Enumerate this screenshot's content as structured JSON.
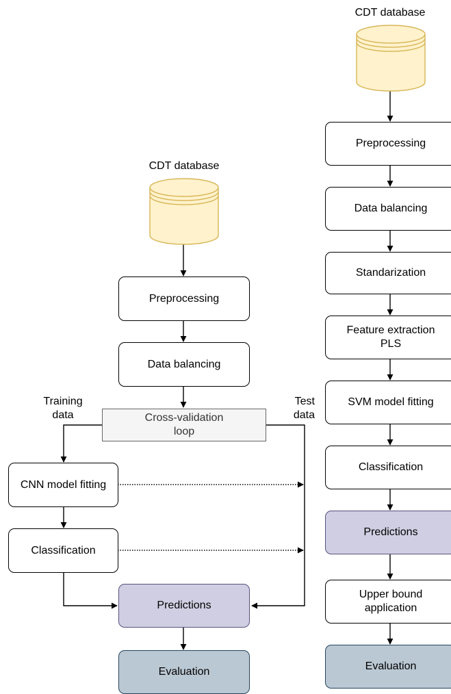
{
  "left_flow": {
    "db_label": "CDT database",
    "preprocessing": "Preprocessing",
    "data_balancing": "Data balancing",
    "cv_line1": "Cross-validation",
    "cv_line2": "loop",
    "training_line1": "Training",
    "training_line2": "data",
    "test_line1": "Test",
    "test_line2": "data",
    "cnn_fitting": "CNN model fitting",
    "classification": "Classification",
    "predictions": "Predictions",
    "evaluation": "Evaluation"
  },
  "right_flow": {
    "db_label": "CDT database",
    "preprocessing": "Preprocessing",
    "data_balancing": "Data balancing",
    "standardization": "Standarization",
    "feature_line1": "Feature extraction",
    "feature_line2": "PLS",
    "svm_fitting": "SVM model fitting",
    "classification": "Classification",
    "predictions": "Predictions",
    "upper_line1": "Upper bound",
    "upper_line2": "application",
    "evaluation": "Evaluation"
  },
  "colors": {
    "database_fill": "#fff2cc",
    "database_stroke": "#d6b656",
    "predictions_fill": "#d0cee2",
    "evaluation_fill": "#bac8d3",
    "loop_fill": "#f5f5f5"
  }
}
